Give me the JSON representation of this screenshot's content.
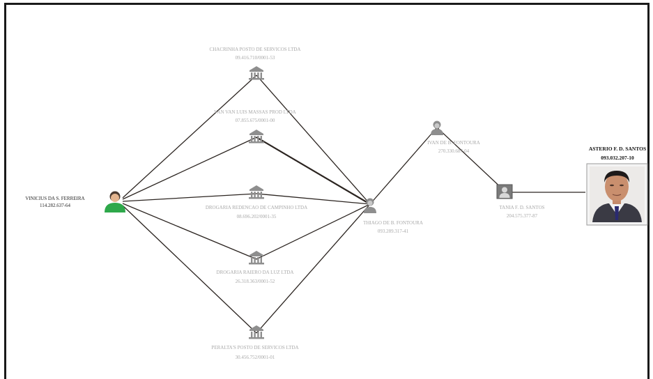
{
  "nodes": {
    "vinicius": {
      "name": "VINICIUS DA S. FERREIRA",
      "id": "114.282.637-64"
    },
    "company1": {
      "name": "CHACRINHA POSTO DE SERVICOS LTDA",
      "id": "09.416.710/0001-53"
    },
    "company2": {
      "name": "VAN VAN LUIS MASSAS PROD LTDA",
      "id": "07.855.675/0001-00"
    },
    "company3": {
      "name": "DROGARIA REDENCAO DE CAMPINHO LTDA",
      "id": "08.696.202/0001-35"
    },
    "company4": {
      "name": "DROGARIA RAIERO DA LUZ LTDA",
      "id": "26.318.363/0001-52"
    },
    "company5": {
      "name": "PERALTA'S POSTO DE SERVICOS LTDA",
      "id": "30.456.752/0001-01"
    },
    "thiago": {
      "name": "THIAGO DE B. FONTOURA",
      "id": "093.289.317-41"
    },
    "ivan": {
      "name": "IVAN DE B. FONTOURA",
      "id": "270.330.687-04"
    },
    "tania": {
      "name": "TANIA F. D. SANTOS",
      "id": "204.575.377-87"
    },
    "asterio": {
      "name": "ASTERIO F. D. SANTOS",
      "id": "093.032.207-10"
    }
  },
  "colors": {
    "edge": "#2b2420",
    "label_light": "#a8a8a8",
    "label_dark": "#1e1e1e",
    "person_active": "#2ea84a",
    "icon_gray": "#8e8e8e"
  },
  "icons": {
    "company": "bank-building-icon",
    "person": "person-icon",
    "person_active": "person-green-icon",
    "photo": "photo-portrait-icon",
    "id_card": "id-card-icon"
  }
}
